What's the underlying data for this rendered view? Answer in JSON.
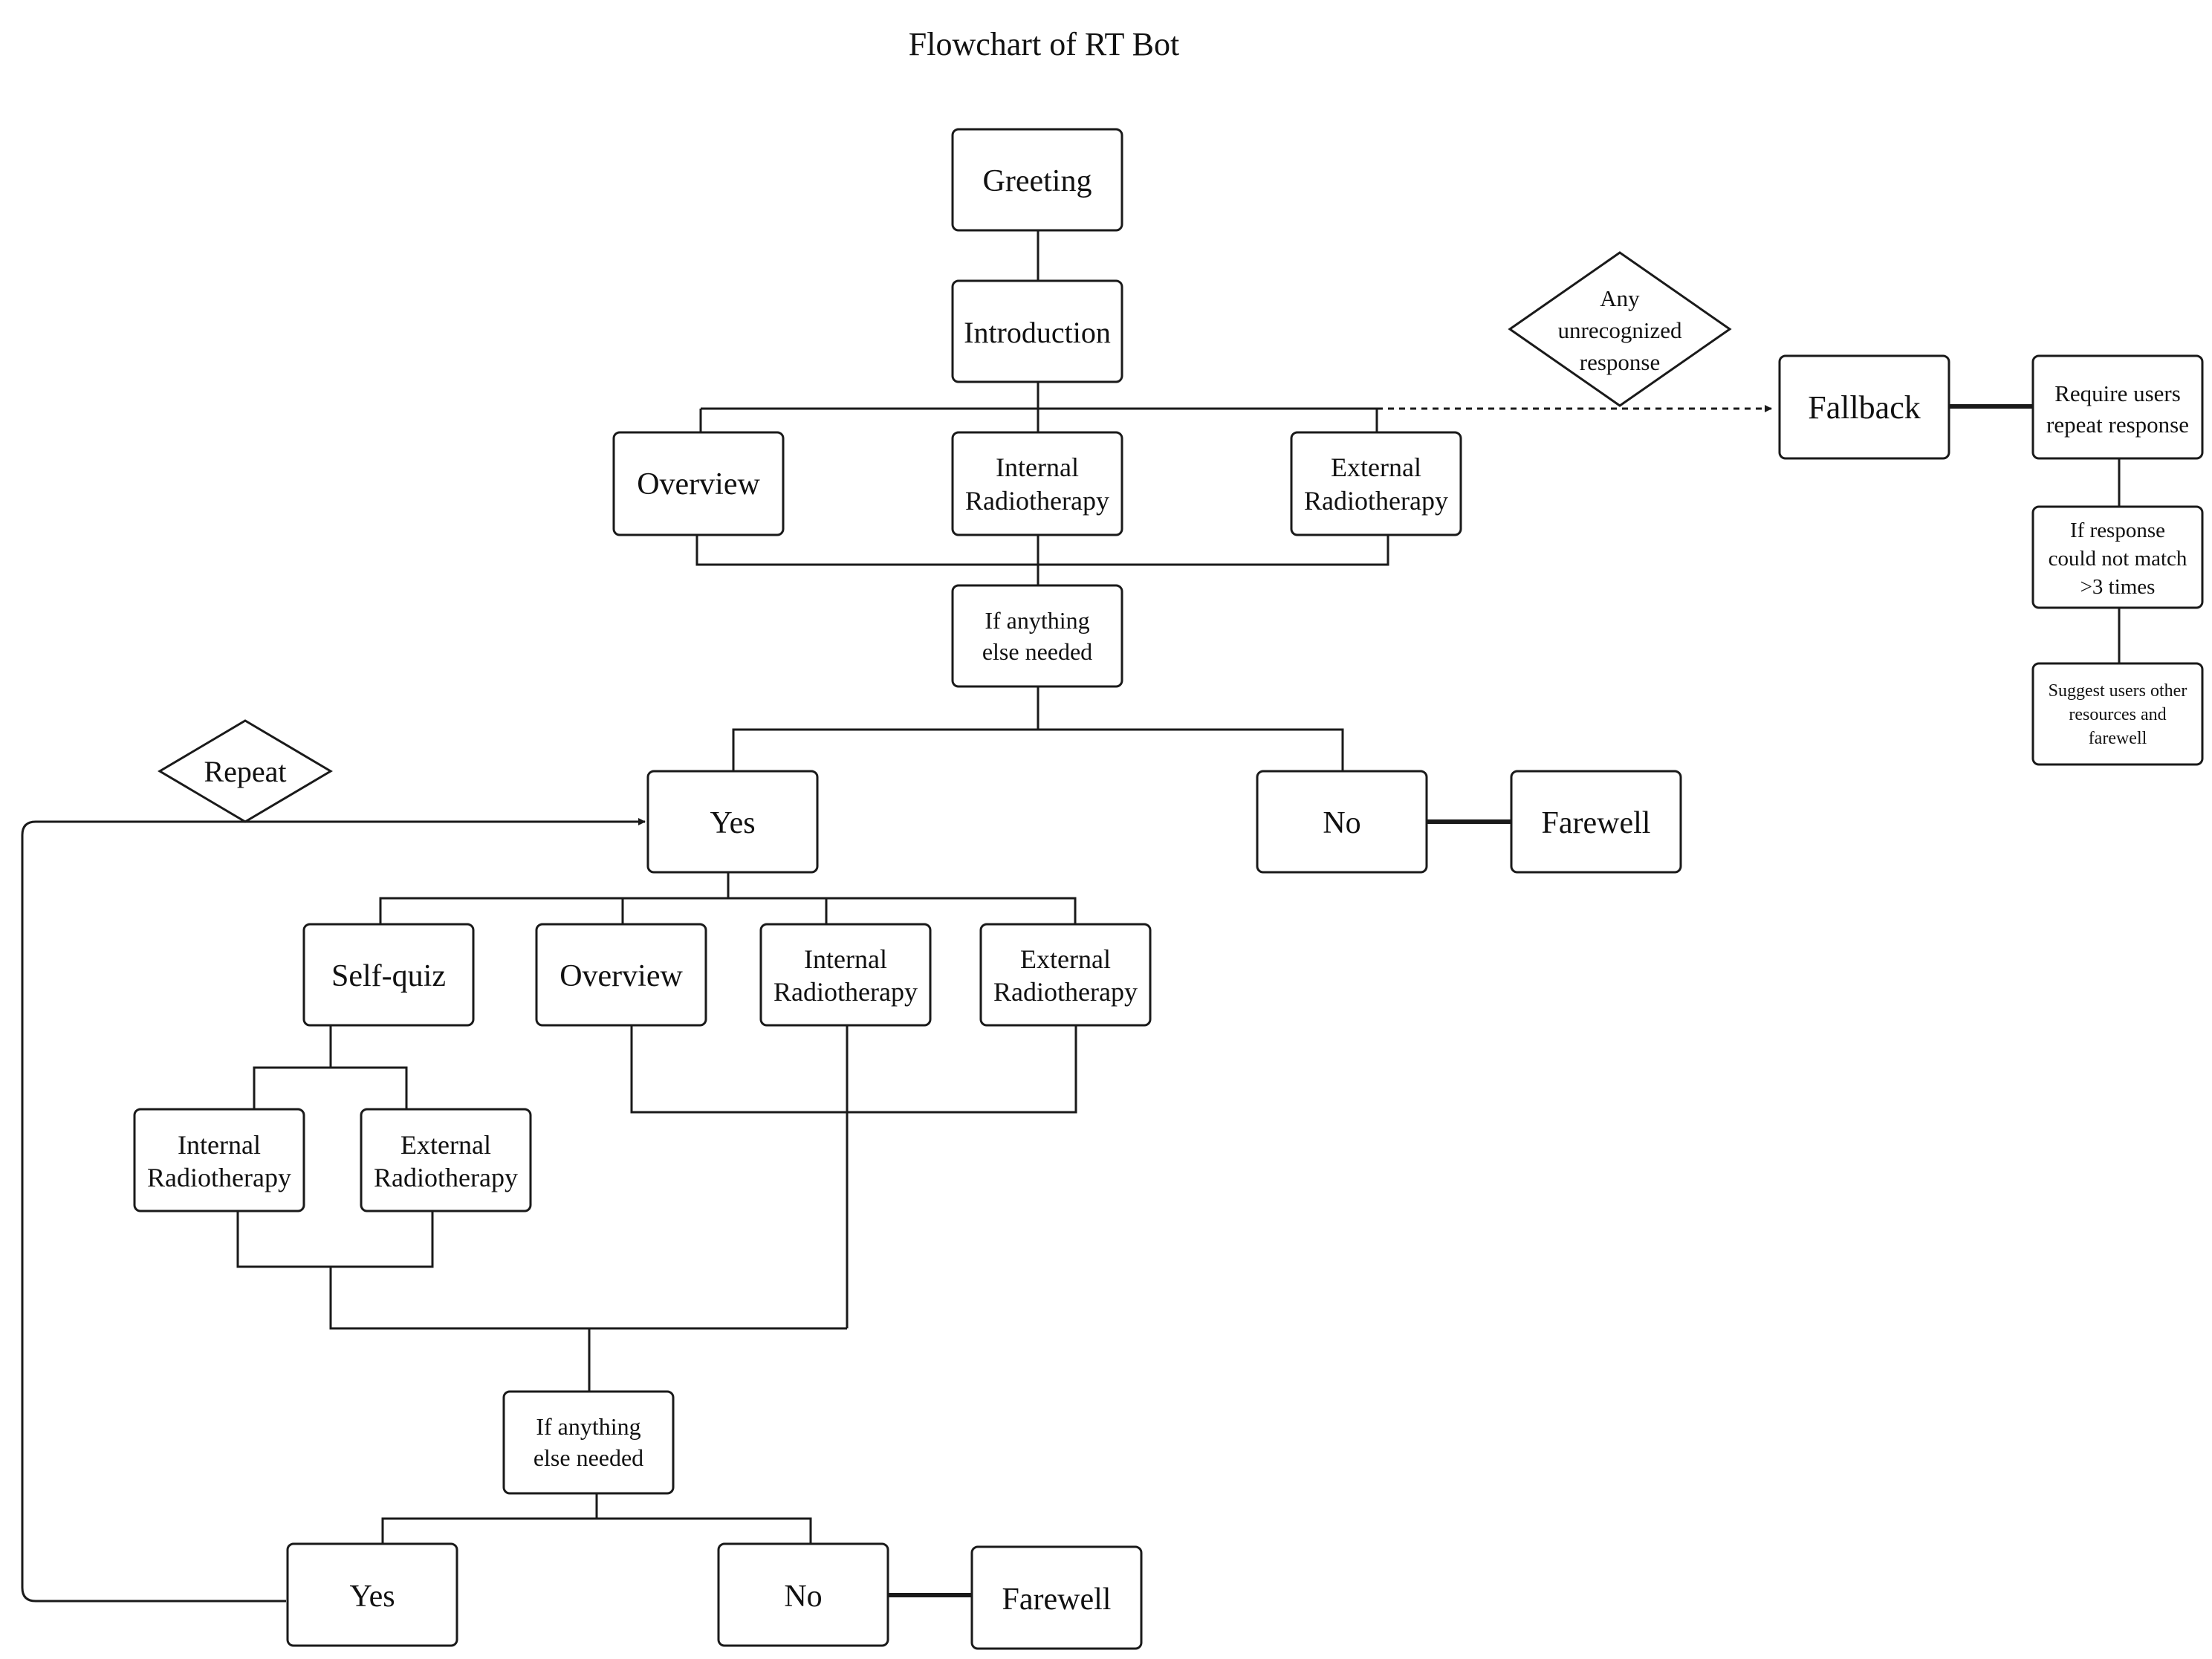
{
  "title": "Flowchart of RT Bot",
  "nodes": {
    "greeting": "Greeting",
    "introduction": "Introduction",
    "overview_top": "Overview",
    "internal_top": [
      "Internal",
      "Radiotherapy"
    ],
    "external_top": [
      "External",
      "Radiotherapy"
    ],
    "else_needed_top": [
      "If anything",
      "else needed"
    ],
    "unrecognized": [
      "Any",
      "unrecognized",
      "response"
    ],
    "fallback": "Fallback",
    "require_repeat": [
      "Require users",
      "repeat response"
    ],
    "no_match": [
      "If response",
      "could not match",
      ">3 times"
    ],
    "suggest": [
      "Suggest users other",
      "resources and",
      "farewell"
    ],
    "repeat": "Repeat",
    "yes_mid": "Yes",
    "no_mid": "No",
    "farewell_mid": "Farewell",
    "self_quiz": "Self-quiz",
    "overview_mid": "Overview",
    "internal_mid": [
      "Internal",
      "Radiotherapy"
    ],
    "external_mid": [
      "External",
      "Radiotherapy"
    ],
    "quiz_internal": [
      "Internal",
      "Radiotherapy"
    ],
    "quiz_external": [
      "External",
      "Radiotherapy"
    ],
    "else_needed_bottom": [
      "If anything",
      "else needed"
    ],
    "yes_bottom": "Yes",
    "no_bottom": "No",
    "farewell_bottom": "Farewell"
  }
}
